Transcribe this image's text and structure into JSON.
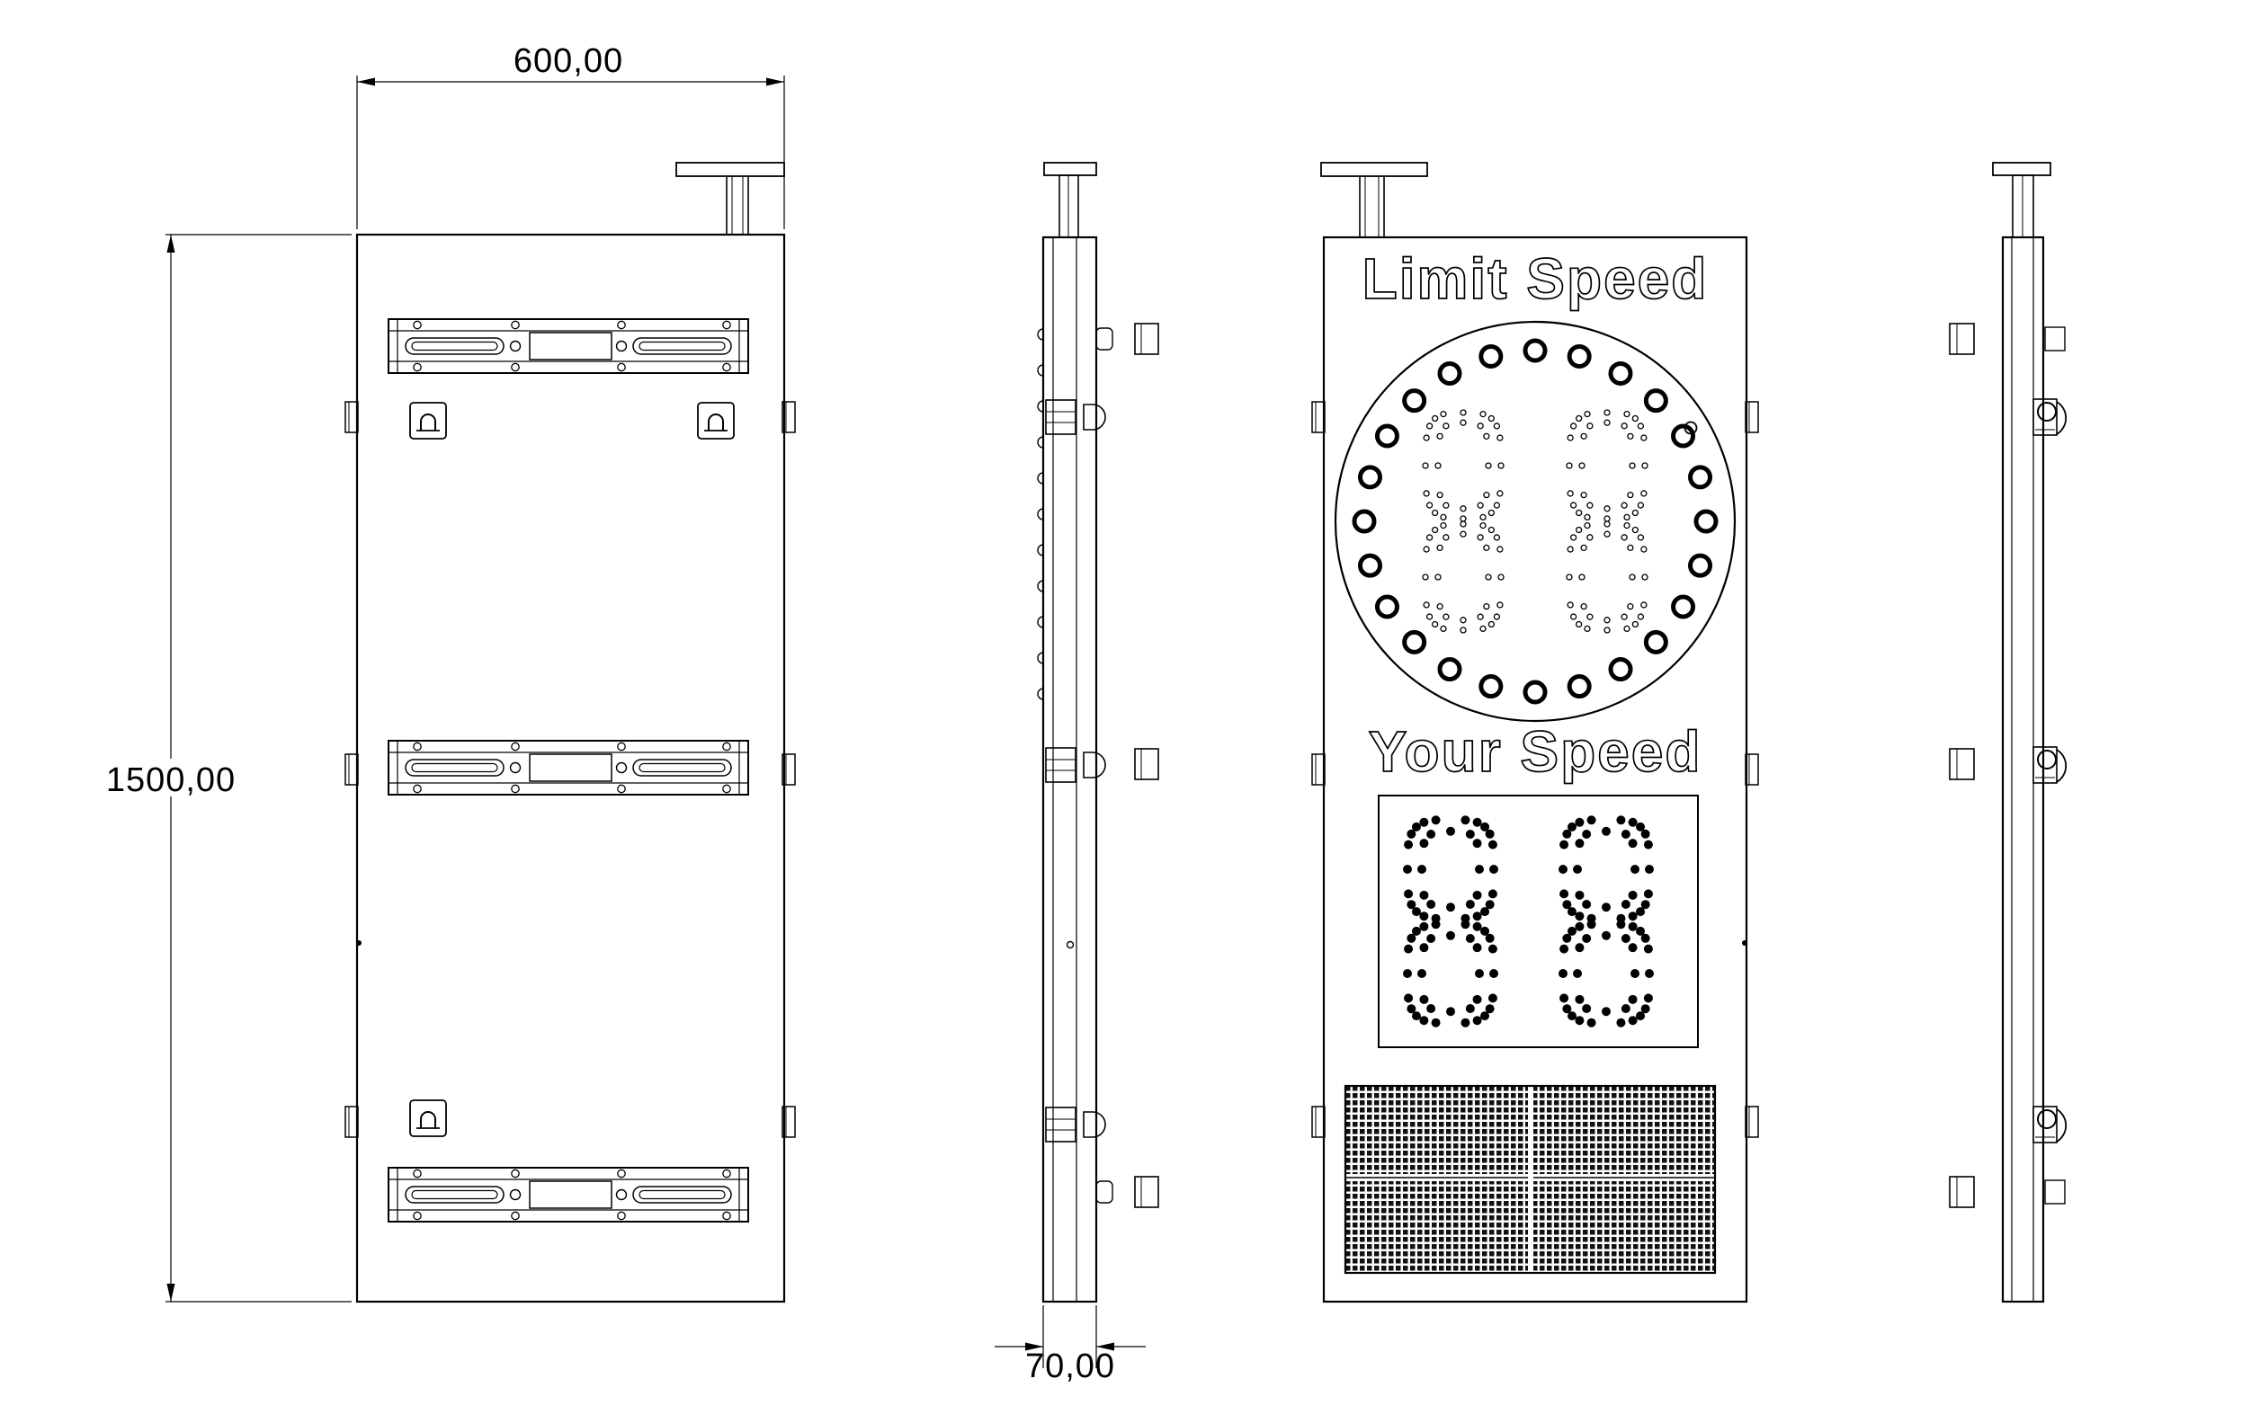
{
  "colors": {
    "background": "#ffffff",
    "line": "#000000"
  },
  "dimensions": {
    "width": "600,00",
    "height": "1500,00",
    "depth": "70,00"
  },
  "front": {
    "limit_speed_label": "Limit Speed",
    "your_speed_label": "Your Speed",
    "limit_speed_value": "88",
    "your_speed_value": "88",
    "ring_led_count": 24
  }
}
